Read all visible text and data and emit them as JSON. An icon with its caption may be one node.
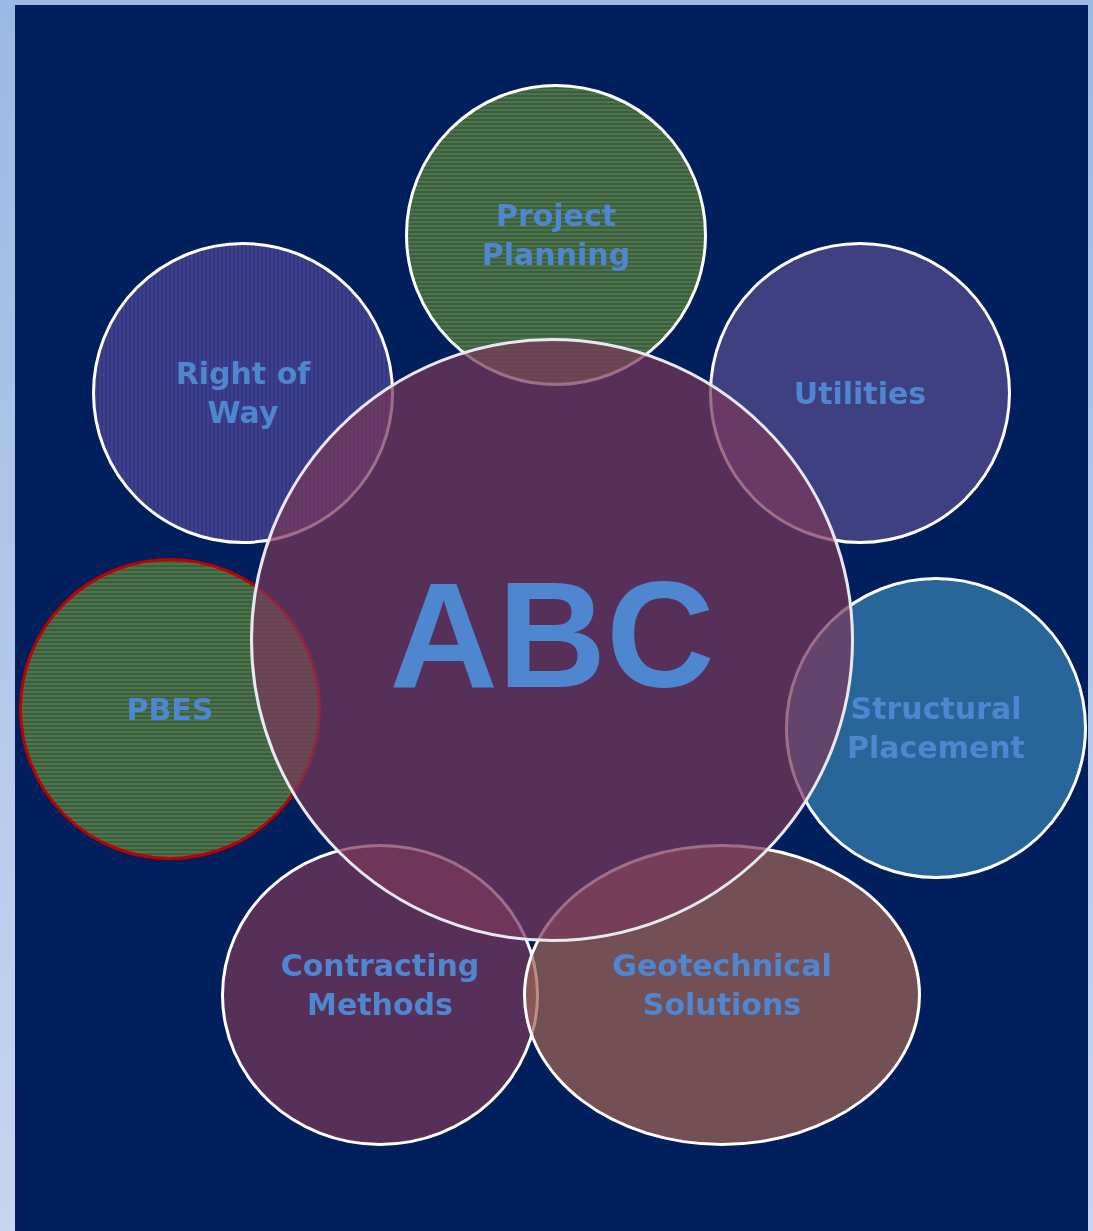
{
  "diagram": {
    "nodes": [
      {
        "text": [
          "Project Planning"
        ]
      },
      {
        "text": [
          "Right of Way"
        ]
      },
      {
        "text": [
          "Utilities"
        ]
      },
      {
        "text": [
          "ABC"
        ]
      },
      {
        "text": [
          "PBES"
        ]
      },
      {
        "text": [
          "Structural Placement"
        ]
      },
      {
        "text": [
          "Contracting Methods"
        ]
      },
      {
        "text": [
          "Geotechnical Solutions"
        ]
      }
    ]
  }
}
